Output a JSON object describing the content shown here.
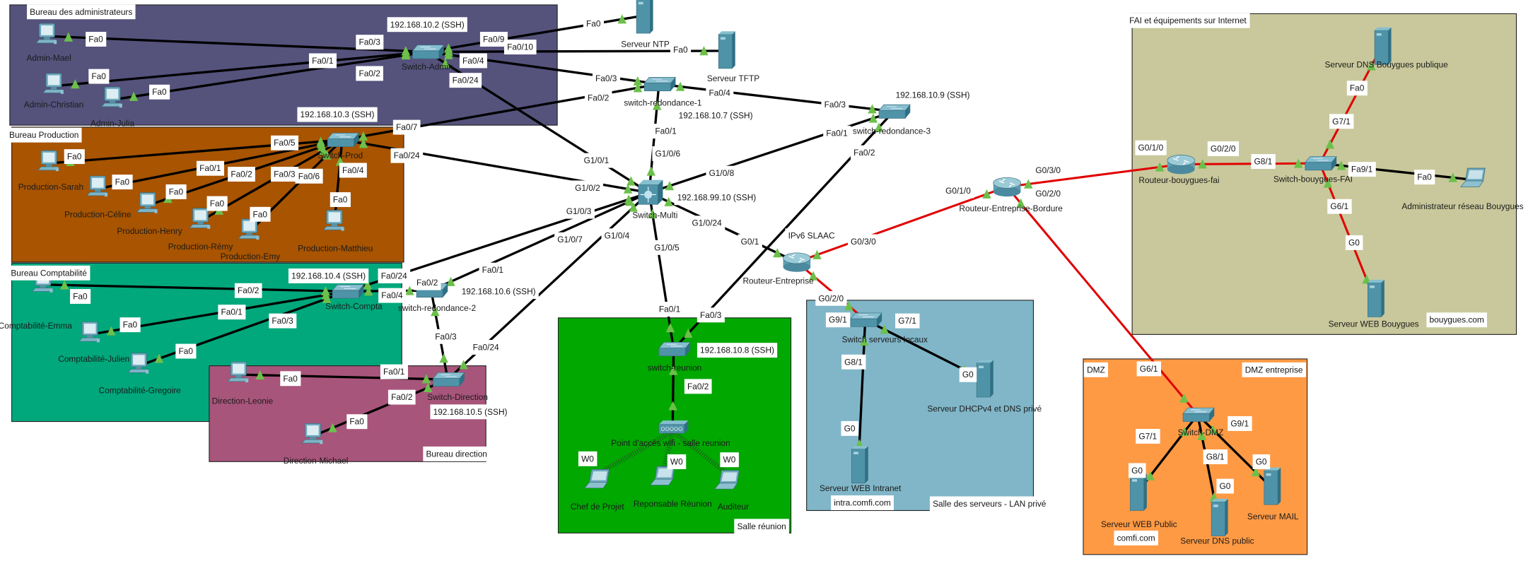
{
  "colors": {
    "link_default": "#000000",
    "link_red": "#e00000",
    "port_indicator": "#6cc04a",
    "device_body": "#4f93a8"
  },
  "zones": [
    {
      "label": "Bureau des administrateurs",
      "color": "#55527c"
    },
    {
      "label": "Bureau Production",
      "color": "#a85400"
    },
    {
      "label": "Bureau Comptabilité",
      "color": "#00a87c"
    },
    {
      "label": "Bureau direction",
      "color": "#a8557b"
    },
    {
      "label": "Salle réunion",
      "color": "#00a800"
    },
    {
      "label": "Salle des serveurs - LAN privé",
      "color": "#80b6c8"
    },
    {
      "label": "DMZ entreprise",
      "color": "#ff9a44"
    },
    {
      "label": "FAI et équipements sur Internet",
      "color": "#c8c89c"
    }
  ],
  "devices": [
    {
      "name": "Admin-Mael",
      "type": "pc"
    },
    {
      "name": "Admin-Christian",
      "type": "pc"
    },
    {
      "name": "Admin-Julia",
      "type": "pc"
    },
    {
      "name": "Switch-Admin",
      "type": "switch"
    },
    {
      "name": "Serveur NTP",
      "type": "server"
    },
    {
      "name": "Serveur TFTP",
      "type": "server"
    },
    {
      "name": "switch-redondance-1",
      "type": "switch"
    },
    {
      "name": "switch-redondance-3",
      "type": "switch"
    },
    {
      "name": "Switch-Multi",
      "type": "multilayer-switch"
    },
    {
      "name": "Switch-Prod",
      "type": "switch"
    },
    {
      "name": "Production-Sarah",
      "type": "pc"
    },
    {
      "name": "Production-Céline",
      "type": "pc"
    },
    {
      "name": "Production-Henry",
      "type": "pc"
    },
    {
      "name": "Production-Rémy",
      "type": "pc"
    },
    {
      "name": "Production-Emy",
      "type": "pc"
    },
    {
      "name": "Production-Matthieu",
      "type": "pc"
    },
    {
      "name": "Comptabilité-Emma",
      "type": "pc"
    },
    {
      "name": "Comptabilité-Julien",
      "type": "pc"
    },
    {
      "name": "Comptabilité-Gregoire",
      "type": "pc"
    },
    {
      "name": "Switch-Compta",
      "type": "switch"
    },
    {
      "name": "switch-redondance-2",
      "type": "switch"
    },
    {
      "name": "Switch-Direction",
      "type": "switch"
    },
    {
      "name": "Direction-Leonie",
      "type": "pc"
    },
    {
      "name": "Direction-Michael",
      "type": "pc"
    },
    {
      "name": "switch-reunion",
      "type": "switch"
    },
    {
      "name": "Point d'accès wifi - salle reunion",
      "type": "access-point"
    },
    {
      "name": "Chef de Projet",
      "type": "laptop"
    },
    {
      "name": "Reponsable Réunion",
      "type": "laptop"
    },
    {
      "name": "Auditeur",
      "type": "laptop"
    },
    {
      "name": "Routeur-Entreprise",
      "type": "router"
    },
    {
      "name": "Switch serveurs locaux",
      "type": "switch"
    },
    {
      "name": "Serveur WEB Intranet",
      "type": "server"
    },
    {
      "name": "Serveur DHCPv4 et DNS privé",
      "type": "server"
    },
    {
      "name": "Routeur-Entreprise-Bordure",
      "type": "router"
    },
    {
      "name": "Routeur-bouygues-fai",
      "type": "router"
    },
    {
      "name": "Switch-bouygues-FAI",
      "type": "switch"
    },
    {
      "name": "Serveur DNS Bouygues publique",
      "type": "server"
    },
    {
      "name": "Administrateur réseau Bouygues",
      "type": "laptop"
    },
    {
      "name": "Serveur WEB Bouygues",
      "type": "server"
    },
    {
      "name": "Switch-DMZ",
      "type": "switch"
    },
    {
      "name": "Serveur WEB Public",
      "type": "server"
    },
    {
      "name": "Serveur DNS public",
      "type": "server"
    },
    {
      "name": "Serveur MAIL",
      "type": "server"
    }
  ],
  "links": [
    {
      "from": "Admin-Mael",
      "to": "Switch-Admin",
      "ports": [
        "Fa0",
        "Fa0/3"
      ]
    },
    {
      "from": "Admin-Christian",
      "to": "Switch-Admin",
      "ports": [
        "Fa0",
        "Fa0/1"
      ]
    },
    {
      "from": "Admin-Julia",
      "to": "Switch-Admin",
      "ports": [
        "Fa0",
        "Fa0/2"
      ]
    },
    {
      "from": "Switch-Admin",
      "to": "Serveur NTP",
      "ports": [
        "Fa0/9",
        "Fa0"
      ]
    },
    {
      "from": "Switch-Admin",
      "to": "Serveur TFTP",
      "ports": [
        "Fa0/10",
        "Fa0"
      ]
    },
    {
      "from": "Switch-Admin",
      "to": "switch-redondance-1",
      "ports": [
        "Fa0/4",
        "Fa0/3"
      ]
    },
    {
      "from": "Switch-Admin",
      "to": "Switch-Multi",
      "ports": [
        "Fa0/24",
        "G1/0/1"
      ]
    },
    {
      "from": "Switch-Prod",
      "to": "switch-redondance-1",
      "ports": [
        "Fa0/7",
        "Fa0/2"
      ]
    },
    {
      "from": "switch-redondance-1",
      "to": "switch-redondance-3",
      "ports": [
        "Fa0/4",
        "Fa0/3"
      ]
    },
    {
      "from": "switch-redondance-1",
      "to": "Switch-Multi",
      "ports": [
        "Fa0/1",
        "G1/0/6"
      ]
    },
    {
      "from": "switch-redondance-3",
      "to": "Switch-Multi",
      "ports": [
        "Fa0/1",
        "G1/0/8"
      ]
    },
    {
      "from": "switch-redondance-3",
      "to": "switch-reunion",
      "ports": [
        "Fa0/2",
        "Fa0/3"
      ]
    },
    {
      "from": "Switch-Prod",
      "to": "Switch-Multi",
      "ports": [
        "Fa0/24",
        "G1/0/2"
      ]
    },
    {
      "from": "Switch-Multi",
      "to": "Switch-Compta",
      "ports": [
        "G1/0/3",
        "Fa0/24"
      ]
    },
    {
      "from": "Switch-Multi",
      "to": "switch-redondance-2",
      "ports": [
        "G1/0/7",
        "Fa0/1"
      ]
    },
    {
      "from": "Switch-Multi",
      "to": "Switch-Direction",
      "ports": [
        "G1/0/4",
        "Fa0/24"
      ]
    },
    {
      "from": "Switch-Multi",
      "to": "switch-reunion",
      "ports": [
        "G1/0/5",
        "Fa0/1"
      ]
    },
    {
      "from": "Switch-Multi",
      "to": "Routeur-Entreprise",
      "ports": [
        "G1/0/24",
        "G0/1"
      ]
    },
    {
      "from": "Production-Sarah",
      "to": "Switch-Prod",
      "ports": [
        "Fa0",
        "Fa0/5"
      ]
    },
    {
      "from": "Production-Céline",
      "to": "Switch-Prod",
      "ports": [
        "Fa0",
        "Fa0/1"
      ]
    },
    {
      "from": "Production-Henry",
      "to": "Switch-Prod",
      "ports": [
        "Fa0",
        "Fa0/2"
      ]
    },
    {
      "from": "Production-Rémy",
      "to": "Switch-Prod",
      "ports": [
        "Fa0",
        "Fa0/3"
      ]
    },
    {
      "from": "Production-Emy",
      "to": "Switch-Prod",
      "ports": [
        "Fa0",
        "Fa0/6"
      ]
    },
    {
      "from": "Production-Matthieu",
      "to": "Switch-Prod",
      "ports": [
        "Fa0",
        "Fa0/4"
      ]
    },
    {
      "from": "Comptabilité-Emma",
      "to": "Switch-Compta",
      "ports": [
        "Fa0",
        "Fa0/2"
      ]
    },
    {
      "from": "Comptabilité-Julien",
      "to": "Switch-Compta",
      "ports": [
        "Fa0",
        "Fa0/1"
      ]
    },
    {
      "from": "Comptabilité-Gregoire",
      "to": "Switch-Compta",
      "ports": [
        "Fa0",
        "Fa0/3"
      ]
    },
    {
      "from": "Switch-Compta",
      "to": "switch-redondance-2",
      "ports": [
        "Fa0/4",
        "Fa0/2"
      ]
    },
    {
      "from": "switch-redondance-2",
      "to": "Switch-Direction",
      "ports": [
        "Fa0/3"
      ]
    },
    {
      "from": "Direction-Leonie",
      "to": "Switch-Direction",
      "ports": [
        "Fa0",
        "Fa0/1"
      ]
    },
    {
      "from": "Direction-Michael",
      "to": "Switch-Direction",
      "ports": [
        "Fa0",
        "Fa0/2"
      ]
    },
    {
      "from": "switch-reunion",
      "to": "Point d'accès wifi - salle reunion",
      "ports": [
        "Fa0/2"
      ]
    },
    {
      "from": "Point d'accès wifi - salle reunion",
      "to": "Chef de Projet",
      "ports": [
        "W0"
      ],
      "wireless": true
    },
    {
      "from": "Point d'accès wifi - salle reunion",
      "to": "Reponsable Réunion",
      "ports": [
        "W0"
      ],
      "wireless": true
    },
    {
      "from": "Point d'accès wifi - salle reunion",
      "to": "Auditeur",
      "ports": [
        "W0"
      ],
      "wireless": true
    },
    {
      "from": "Routeur-Entreprise",
      "to": "Routeur-Entreprise-Bordure",
      "ports": [
        "G0/3/0",
        "G0/1/0"
      ],
      "color": "#e00000"
    },
    {
      "from": "Routeur-Entreprise",
      "to": "Switch serveurs locaux",
      "ports": [
        "G0/2/0",
        "G9/1"
      ],
      "color": "#e00000"
    },
    {
      "from": "Switch serveurs locaux",
      "to": "Serveur WEB Intranet",
      "ports": [
        "G8/1",
        "G0"
      ]
    },
    {
      "from": "Switch serveurs locaux",
      "to": "Serveur DHCPv4 et DNS privé",
      "ports": [
        "G7/1",
        "G0"
      ]
    },
    {
      "from": "Routeur-Entreprise-Bordure",
      "to": "Routeur-bouygues-fai",
      "ports": [
        "G0/3/0",
        "G0/1/0"
      ],
      "color": "#e00000"
    },
    {
      "from": "Routeur-Entreprise-Bordure",
      "to": "Switch-DMZ",
      "ports": [
        "G0/2/0",
        "G6/1"
      ],
      "color": "#e00000"
    },
    {
      "from": "Routeur-bouygues-fai",
      "to": "Switch-bouygues-FAI",
      "ports": [
        "G0/2/0",
        "G8/1"
      ],
      "color": "#e00000"
    },
    {
      "from": "Switch-bouygues-FAI",
      "to": "Serveur DNS Bouygues publique",
      "ports": [
        "G7/1",
        "Fa0"
      ],
      "color": "#e00000"
    },
    {
      "from": "Switch-bouygues-FAI",
      "to": "Administrateur réseau Bouygues",
      "ports": [
        "Fa9/1",
        "Fa0"
      ]
    },
    {
      "from": "Switch-bouygues-FAI",
      "to": "Serveur WEB Bouygues",
      "ports": [
        "G6/1",
        "G0"
      ],
      "color": "#e00000"
    },
    {
      "from": "Switch-DMZ",
      "to": "Serveur WEB Public",
      "ports": [
        "G7/1",
        "G0"
      ]
    },
    {
      "from": "Switch-DMZ",
      "to": "Serveur DNS public",
      "ports": [
        "G8/1",
        "G0"
      ]
    },
    {
      "from": "Switch-DMZ",
      "to": "Serveur MAIL",
      "ports": [
        "G9/1",
        "G0"
      ]
    }
  ],
  "notes": [
    "192.168.10.2 (SSH)",
    "192.168.10.3 (SSH)",
    "192.168.10.7 (SSH)",
    "192.168.10.9 (SSH)",
    "192.168.99.10 (SSH)",
    "192.168.10.4 (SSH)",
    "192.168.10.6 (SSH)",
    "192.168.10.5 (SSH)",
    "192.168.10.8 (SSH)",
    "IPv6 SLAAC",
    "intra.comfi.com",
    "bouygues.com",
    "comfi.com",
    "DMZ"
  ]
}
